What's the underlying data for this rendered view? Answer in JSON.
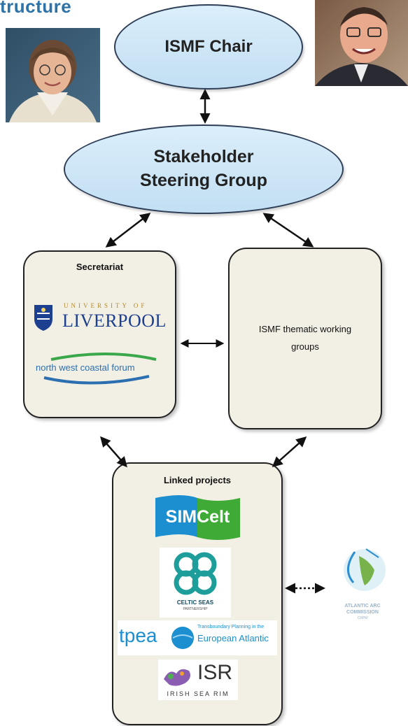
{
  "heading": "tructure",
  "chair": {
    "label": "ISMF Chair"
  },
  "steering": {
    "line1": "Stakeholder",
    "line2": "Steering Group"
  },
  "secretariat": {
    "title": "Secretariat",
    "liverpool_small": "UNIVERSITY OF",
    "liverpool_big": "LIVERPOOL",
    "nwcf": "north west coastal forum"
  },
  "thematic": {
    "line1": "ISMF thematic working",
    "line2": "groups"
  },
  "linked": {
    "title": "Linked projects",
    "simcelt": "SIMCelt",
    "celtic_seas_a": "CELTIC SEAS",
    "celtic_seas_b": "PARTNERSHIP",
    "tpea_short": "tpea",
    "tpea_long_a": "Transboundary Planning in the",
    "tpea_long_b": "European Atlantic",
    "isr_short": "ISR",
    "isr_long": "IRISH SEA RIM"
  },
  "atlantic": {
    "line1": "ATLANTIC ARC",
    "line2": "COMMISSION",
    "line3": "CRPM"
  },
  "colors": {
    "ellipse_fill": "#cfe6f7",
    "box_fill": "#f2efe4",
    "liverpool_blue": "#1d3f8f",
    "simcelt_blue": "#1c8fd0",
    "simcelt_green": "#3faa35",
    "celtic_teal": "#1e9e9a"
  }
}
